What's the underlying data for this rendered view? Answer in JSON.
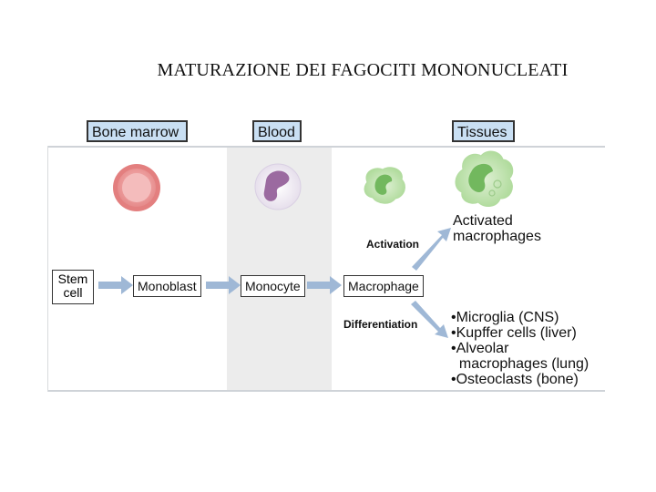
{
  "title": "MATURAZIONE DEI FAGOCITI MONONUCLEATI",
  "columns": {
    "bone_marrow": "Bone marrow",
    "blood": "Blood",
    "tissues": "Tissues"
  },
  "nodes": {
    "stem_cell_line1": "Stem",
    "stem_cell_line2": "cell",
    "monoblast": "Monoblast",
    "monocyte": "Monocyte",
    "macrophage": "Macrophage"
  },
  "edge_labels": {
    "activation": "Activation",
    "differentiation": "Differentiation"
  },
  "activated": {
    "line1": "Activated",
    "line2": "macrophages"
  },
  "differentiated_list": [
    "•Microglia (CNS)",
    "•Kupffer cells (liver)",
    "•Alveolar",
    "  macrophages (lung)",
    "•Osteoclasts (bone)"
  ],
  "colors": {
    "header_fill": "#c9dff3",
    "arrow": "#9fb8d6",
    "blood_band": "#ececec",
    "stem_cell": "#f0a5a5",
    "monocyte": "#b58ab6",
    "macrophage": "#9fd28c"
  }
}
